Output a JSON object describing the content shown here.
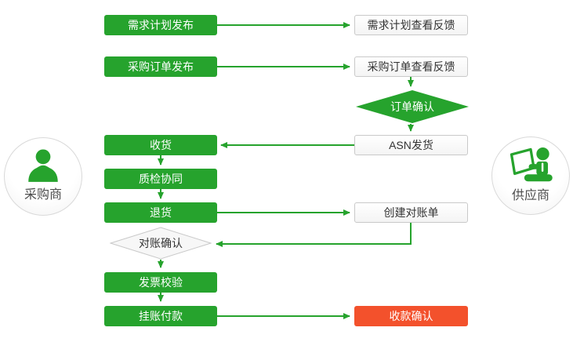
{
  "palette": {
    "green": "#26a32d",
    "red": "#f3512c",
    "arrow": "#26a32d",
    "node_text": "#ffffff",
    "plain_text": "#333333"
  },
  "actors": {
    "buyer": {
      "label": "采购商",
      "icon": "person-icon"
    },
    "supplier": {
      "label": "供应商",
      "icon": "person-laptop-icon"
    }
  },
  "nodes": {
    "demand_publish": {
      "label": "需求计划发布"
    },
    "demand_feedback": {
      "label": "需求计划查看反馈"
    },
    "po_publish": {
      "label": "采购订单发布"
    },
    "po_feedback": {
      "label": "采购订单查看反馈"
    },
    "order_confirm": {
      "label": "订单确认"
    },
    "asn_ship": {
      "label": "ASN发货"
    },
    "receive": {
      "label": "收货"
    },
    "quality_check": {
      "label": "质检协同"
    },
    "returns": {
      "label": "退货"
    },
    "create_statement": {
      "label": "创建对账单"
    },
    "statement_confirm": {
      "label": "对账确认"
    },
    "invoice_check": {
      "label": "发票校验"
    },
    "payment": {
      "label": "挂账付款"
    },
    "receipt_confirm": {
      "label": "收款确认"
    }
  }
}
